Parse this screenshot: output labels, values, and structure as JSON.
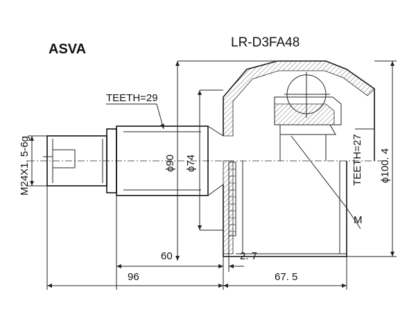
{
  "header": {
    "brand": "ASVA",
    "part_number": "LR-D3FA48"
  },
  "labels": {
    "teeth_outer": "TEETH=29",
    "teeth_inner": "TEETH=27",
    "thread": "M24X1. 5-6g",
    "dia_90": "ϕ90",
    "dia_74": "ϕ74",
    "dia_100": "ϕ100. 4",
    "marker_m": "M"
  },
  "dimensions": {
    "dim_60": "60",
    "dim_2_7": "2. 7",
    "dim_96": "96",
    "dim_67_5": "67. 5"
  },
  "colors": {
    "line": "#222222",
    "background": "#ffffff"
  }
}
